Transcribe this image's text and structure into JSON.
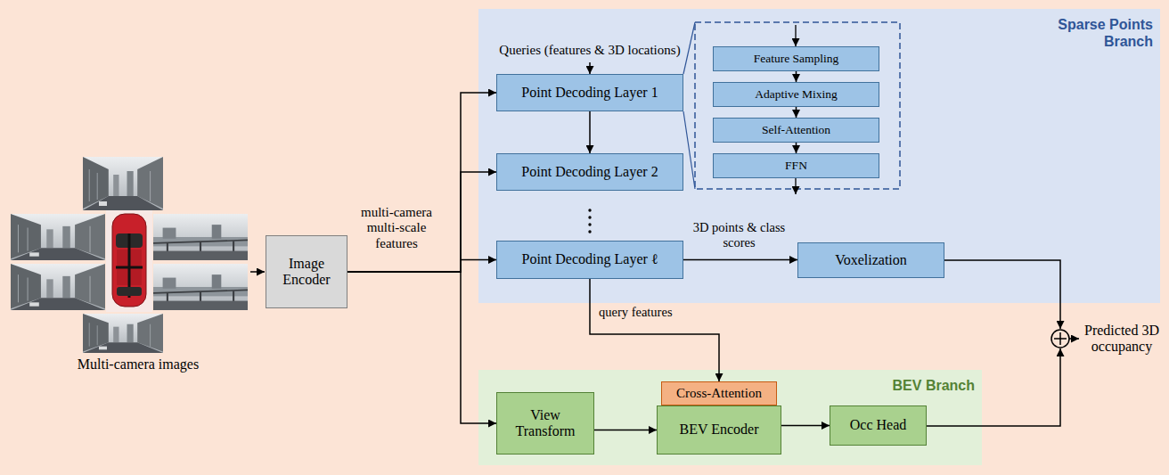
{
  "diagram": {
    "nodes": [
      {
        "text": [
          "Image Encoder"
        ]
      },
      {
        "text": [
          "Sparse Points Branch"
        ]
      },
      {
        "text": [
          "Point Decoding Layer 1"
        ],
        "in": 1
      },
      {
        "text": [
          "Feature Sampling"
        ],
        "in": 1
      },
      {
        "text": [
          "Adaptive Mixing"
        ],
        "in": 1
      },
      {
        "text": [
          "Self-Attention"
        ],
        "in": 1
      },
      {
        "text": [
          "FFN"
        ],
        "in": 1
      },
      {
        "text": [
          "Point Decoding Layer 2"
        ],
        "in": 1
      },
      {
        "text": [
          "Point Decoding Layer ℓ"
        ],
        "in": 1
      },
      {
        "text": [
          "Voxelization"
        ],
        "in": 1
      },
      {
        "text": [
          "BEV Branch"
        ]
      },
      {
        "text": [
          "View Transform"
        ],
        "in": 10
      },
      {
        "text": [
          "Cross-Attention"
        ],
        "in": 10
      },
      {
        "text": [
          "BEV Encoder"
        ],
        "in": 10
      },
      {
        "text": [
          "Occ Head"
        ],
        "in": 10
      }
    ],
    "edges": [
      {
        "from": 0,
        "to": 2,
        "arrow": "to"
      },
      {
        "from": 0,
        "to": 7,
        "arrow": "to"
      },
      {
        "from": 0,
        "to": 8,
        "arrow": "to"
      },
      {
        "from": 0,
        "to": 11,
        "arrow": "to"
      },
      {
        "from": 2,
        "to": 7,
        "arrow": "to"
      },
      {
        "from": 3,
        "to": 4,
        "arrow": "to"
      },
      {
        "from": 4,
        "to": 5,
        "arrow": "to"
      },
      {
        "from": 5,
        "to": 6,
        "arrow": "to"
      },
      {
        "from": 8,
        "to": 9,
        "label": "3D points & class scores",
        "arrow": "to"
      },
      {
        "from": 8,
        "to": 12,
        "label": "query features",
        "arrow": "to"
      },
      {
        "from": 11,
        "to": 13,
        "arrow": "to"
      },
      {
        "from": 13,
        "to": 14,
        "arrow": "to"
      }
    ],
    "labels": [
      "Multi-camera images",
      "multi-camera multi-scale features",
      "Queries (features & 3D locations)",
      "Predicted 3D occupancy"
    ]
  }
}
